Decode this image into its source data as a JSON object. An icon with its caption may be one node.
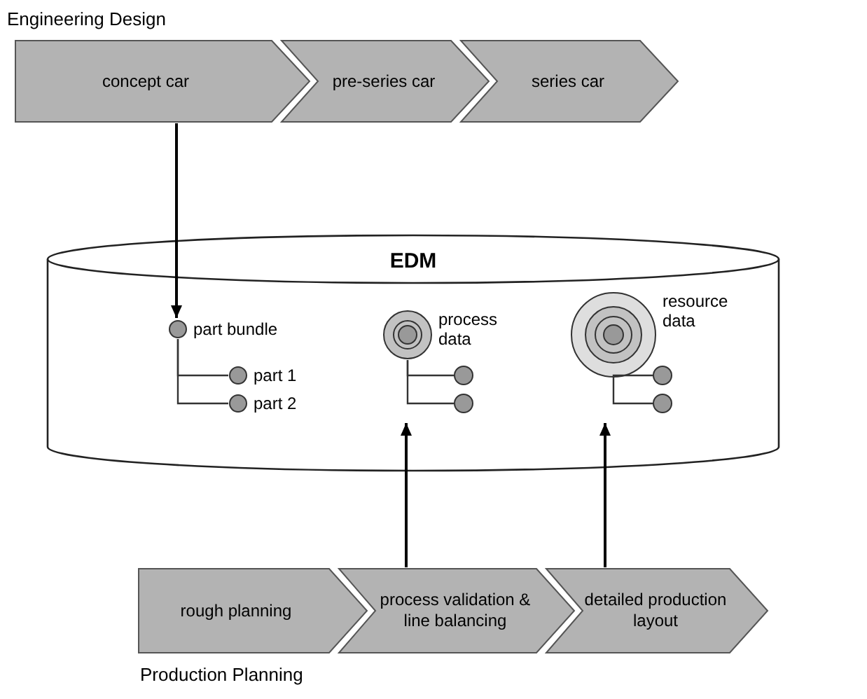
{
  "diagram": {
    "nodes": [
      {
        "text": [
          "concept car"
        ]
      },
      {
        "text": [
          "pre-series car"
        ]
      },
      {
        "text": [
          "series car"
        ]
      },
      {
        "text": [
          "EDM"
        ]
      },
      {
        "text": [
          "part bundle"
        ],
        "in": 3
      },
      {
        "text": [
          "part 1"
        ],
        "in": 3
      },
      {
        "text": [
          "part 2"
        ],
        "in": 3
      },
      {
        "text": [
          "process data"
        ],
        "in": 3
      },
      {
        "text": [],
        "shape": "circle",
        "in": 3
      },
      {
        "text": [],
        "shape": "circle",
        "in": 3
      },
      {
        "text": [
          "resource data"
        ],
        "in": 3
      },
      {
        "text": [],
        "shape": "circle",
        "in": 3
      },
      {
        "text": [],
        "shape": "circle",
        "in": 3
      },
      {
        "text": [
          "rough planning"
        ]
      },
      {
        "text": [
          "process validation & line balancing"
        ]
      },
      {
        "text": [
          "detailed production layout"
        ]
      }
    ],
    "edges": [
      {
        "from": 0,
        "to": 4,
        "arrow": "to"
      },
      {
        "from": 4,
        "to": 5,
        "arrow": "none"
      },
      {
        "from": 4,
        "to": 6,
        "arrow": "none"
      },
      {
        "from": 7,
        "to": 8,
        "arrow": "none"
      },
      {
        "from": 7,
        "to": 9,
        "arrow": "none"
      },
      {
        "from": 10,
        "to": 11,
        "arrow": "none"
      },
      {
        "from": 10,
        "to": 12,
        "arrow": "none"
      },
      {
        "from": 14,
        "to": 3,
        "arrow": "to"
      },
      {
        "from": 15,
        "to": 3,
        "arrow": "to"
      }
    ],
    "labels": [
      "Engineering Design",
      "Production Planning"
    ]
  }
}
